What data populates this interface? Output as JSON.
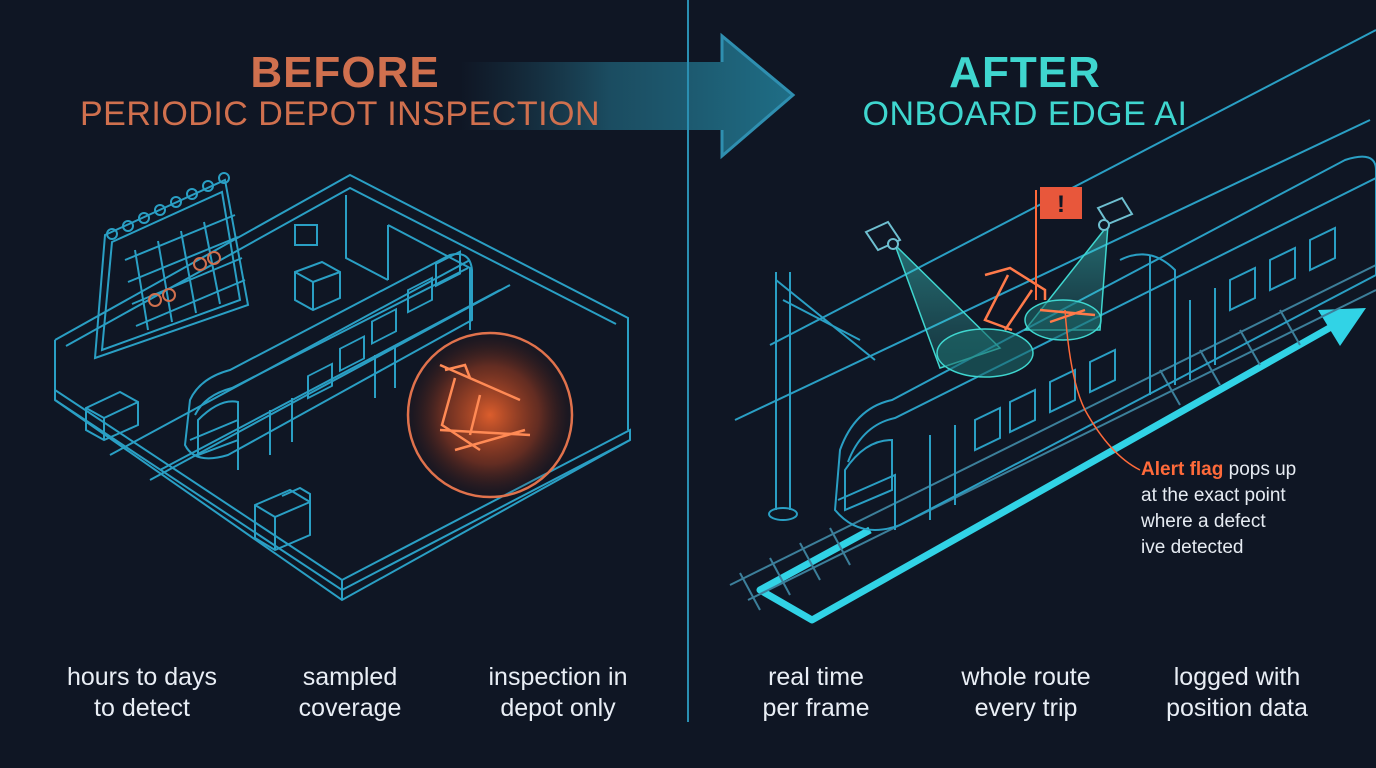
{
  "colors": {
    "background": "#0f1624",
    "before_accent": "#d0704e",
    "after_accent": "#3fd6cf",
    "line_blue": "#2a9fc4",
    "alert": "#ff6a3a",
    "text": "#e9eef5"
  },
  "before": {
    "title": "BEFORE",
    "subtitle": "PERIODIC DEPOT INSPECTION",
    "metrics": [
      {
        "line1": "hours to days",
        "line2": "to detect"
      },
      {
        "line1": "sampled",
        "line2": "coverage"
      },
      {
        "line1": "inspection in",
        "line2": "depot only"
      }
    ],
    "icons": [
      "calendar-icon",
      "depot-building-icon",
      "train-icon",
      "pantograph-magnifier-icon"
    ]
  },
  "after": {
    "title": "AFTER",
    "subtitle": "ONBOARD EDGE AI",
    "alert_badge": "!",
    "callout": {
      "highlight": "Alert flag",
      "rest_line1": " pops up",
      "line2": "at the exact point",
      "line3": "where a defect",
      "line4": "ive detected"
    },
    "metrics": [
      {
        "line1": "real time",
        "line2": "per frame"
      },
      {
        "line1": "whole route",
        "line2": "every trip"
      },
      {
        "line1": "logged with",
        "line2": "position data"
      }
    ],
    "icons": [
      "camera-icon",
      "alert-flag-icon",
      "train-icon",
      "catenary-pole-icon",
      "route-arrow-icon"
    ]
  }
}
